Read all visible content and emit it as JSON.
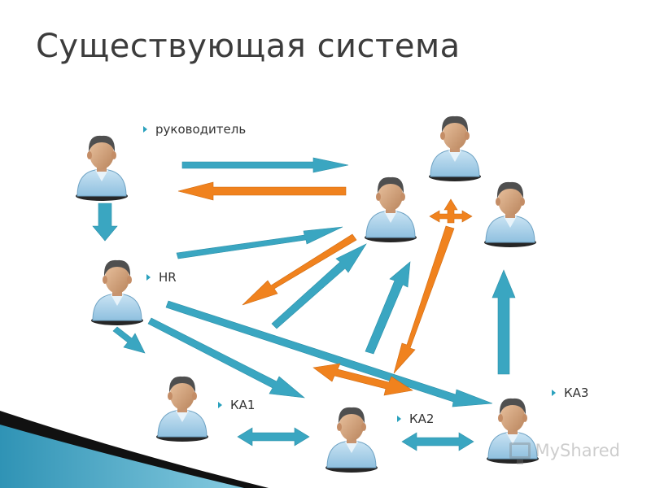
{
  "title": "Существующая система",
  "labels": {
    "manager": "руководитель",
    "hr": "HR",
    "ka1": "КА1",
    "ka2": "КА2",
    "ka3": "КА3"
  },
  "watermark": "MyShared",
  "colors": {
    "blue_arrow": "#3aa6c1",
    "orange_arrow": "#f0821e",
    "bullet": "#2aa1bd",
    "shirt": "#a8cfe6",
    "face": "#d6a982",
    "hair": "#505050"
  },
  "icons": [
    "person-icon",
    "arrow-right-icon",
    "arrow-left-icon",
    "double-arrow-icon",
    "bullet-triangle-icon"
  ]
}
